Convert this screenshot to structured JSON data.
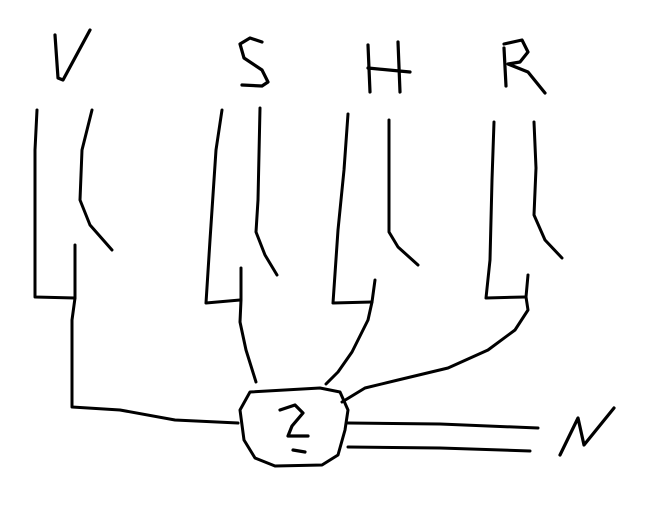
{
  "labels": {
    "first": "V",
    "second": "S",
    "third": "H",
    "fourth": "R",
    "box": "?",
    "output": "N"
  },
  "colors": {
    "ink": "#000000",
    "background": "#ffffff"
  }
}
